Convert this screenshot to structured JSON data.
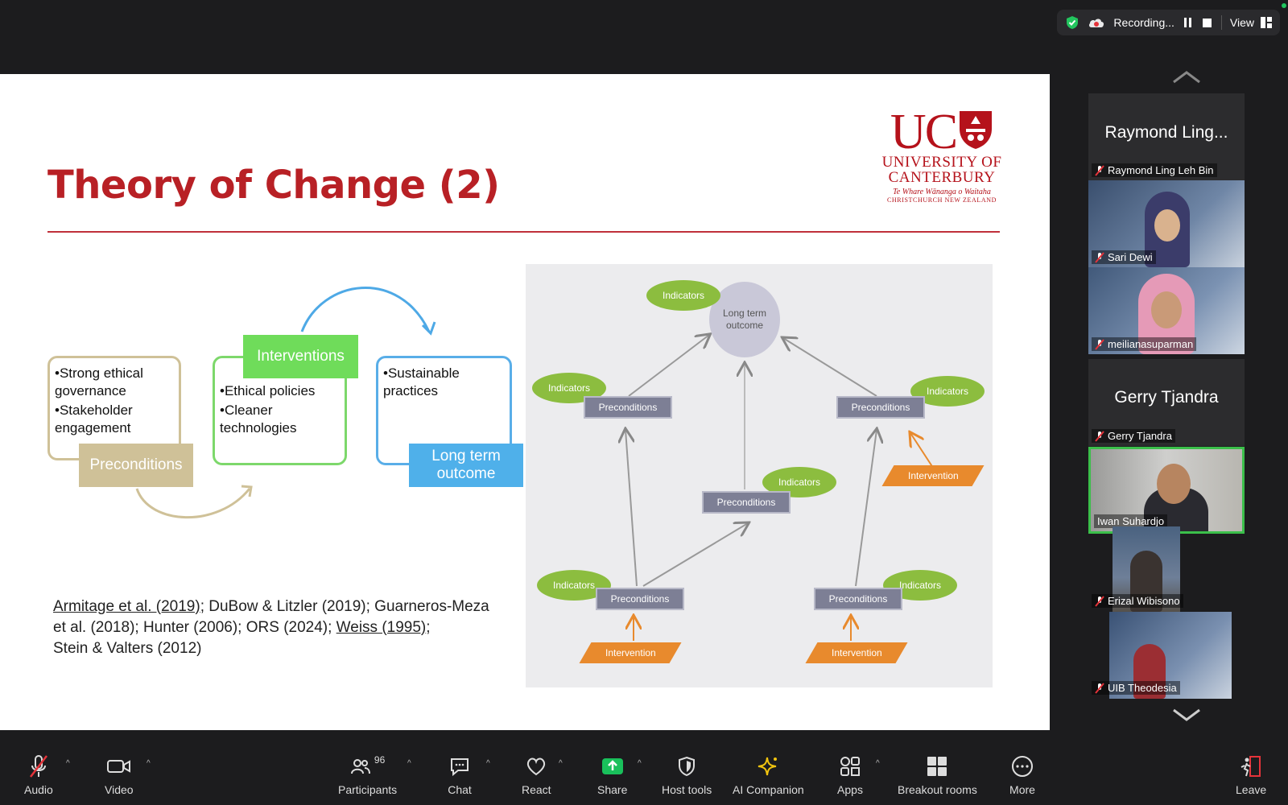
{
  "topbar": {
    "recording_label": "Recording...",
    "view_label": "View"
  },
  "slide": {
    "title": "Theory of Change (2)",
    "logo": {
      "big": "UC",
      "line1": "UNIVERSITY OF",
      "line2": "CANTERBURY",
      "line3": "Te Whare Wānanga o Waitaha",
      "line4": "CHRISTCHURCH NEW ZEALAND"
    },
    "left_diagram": {
      "preconditions": {
        "label": "Preconditions",
        "bullets": [
          "•Strong ethical governance",
          "•Stakeholder engagement"
        ]
      },
      "interventions": {
        "label": "Interventions",
        "bullets": [
          "•Ethical policies",
          "•Cleaner technologies"
        ]
      },
      "long_term": {
        "label": "Long term outcome",
        "bullets": [
          "•Sustainable practices"
        ]
      }
    },
    "references": {
      "r1": "Armitage et al. (2019)",
      "r2": ";  DuBow & Litzler (2019); Guarneros-Meza et al. (2018); Hunter (2006); ORS (2024);  ",
      "r3": "Weiss (1995)",
      "r4": ";",
      "r5": "Stein & Valters (2012)"
    },
    "right_diagram": {
      "outcome": "Long term outcome",
      "indicators": "Indicators",
      "preconditions": "Preconditions",
      "intervention": "Intervention"
    }
  },
  "participants": [
    {
      "display": "Raymond Ling...",
      "name": "Raymond Ling Leh Bin",
      "video": false,
      "muted": true
    },
    {
      "name": "Sari Dewi",
      "video": true,
      "muted": true
    },
    {
      "name": "meilianasuparman",
      "video": true,
      "muted": true
    },
    {
      "display": "Gerry Tjandra",
      "name": "Gerry Tjandra",
      "video": false,
      "muted": true
    },
    {
      "name": "Iwan Suhardjo",
      "video": true,
      "muted": false,
      "active": true
    },
    {
      "name": "Erizal Wibisono",
      "video": true,
      "muted": true
    },
    {
      "name": "UIB Theodesia",
      "video": true,
      "muted": true
    }
  ],
  "toolbar": {
    "audio": "Audio",
    "video": "Video",
    "participants": "Participants",
    "participants_count": "96",
    "chat": "Chat",
    "react": "React",
    "share": "Share",
    "host_tools": "Host tools",
    "ai_companion": "AI Companion",
    "apps": "Apps",
    "breakout": "Breakout rooms",
    "more": "More",
    "leave": "Leave"
  },
  "colors": {
    "title_red": "#b82025",
    "active_green": "#3bbf4a",
    "share_green": "#19c05b"
  }
}
